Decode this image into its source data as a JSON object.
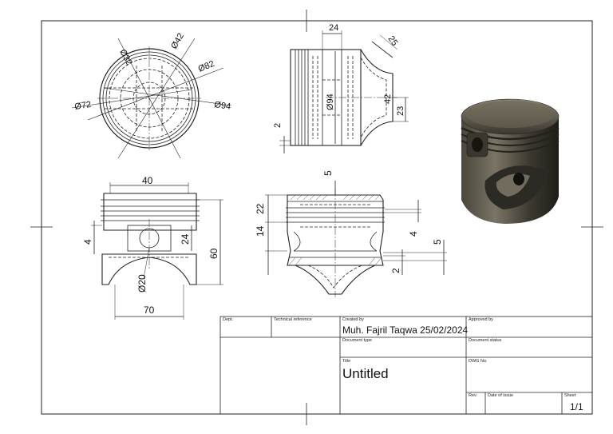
{
  "drawing": {
    "dims_top_view": {
      "d32": "Ø32",
      "d42": "Ø42",
      "d82": "Ø82",
      "d72": "Ø72",
      "d94": "Ø94"
    },
    "dims_side_view": {
      "w24": "24",
      "a25": "25",
      "d94": "Ø94",
      "h42": "42",
      "h23": "23",
      "h2": "2"
    },
    "dims_front_view": {
      "w40": "40",
      "h4": "4",
      "h24": "24",
      "h60": "60",
      "d20": "Ø20",
      "w70": "70"
    },
    "dims_section_view": {
      "t5": "5",
      "h22": "22",
      "h14": "14",
      "r4": "4",
      "r5": "5",
      "r2": "2"
    }
  },
  "title_block": {
    "dept_label": "Dept.",
    "tech_ref_label": "Technical reference",
    "created_by_label": "Created by",
    "created_by_value": "Muh. Fajril Taqwa 25/02/2024",
    "approved_by_label": "Approved by",
    "document_type_label": "Document type",
    "document_status_label": "Document status",
    "title_label": "Title",
    "title_value": "Untitled",
    "dwg_no_label": "DWG No.",
    "rev_label": "Rev.",
    "date_of_issue_label": "Date of issue",
    "sheet_label": "Sheet",
    "sheet_value": "1/1"
  }
}
